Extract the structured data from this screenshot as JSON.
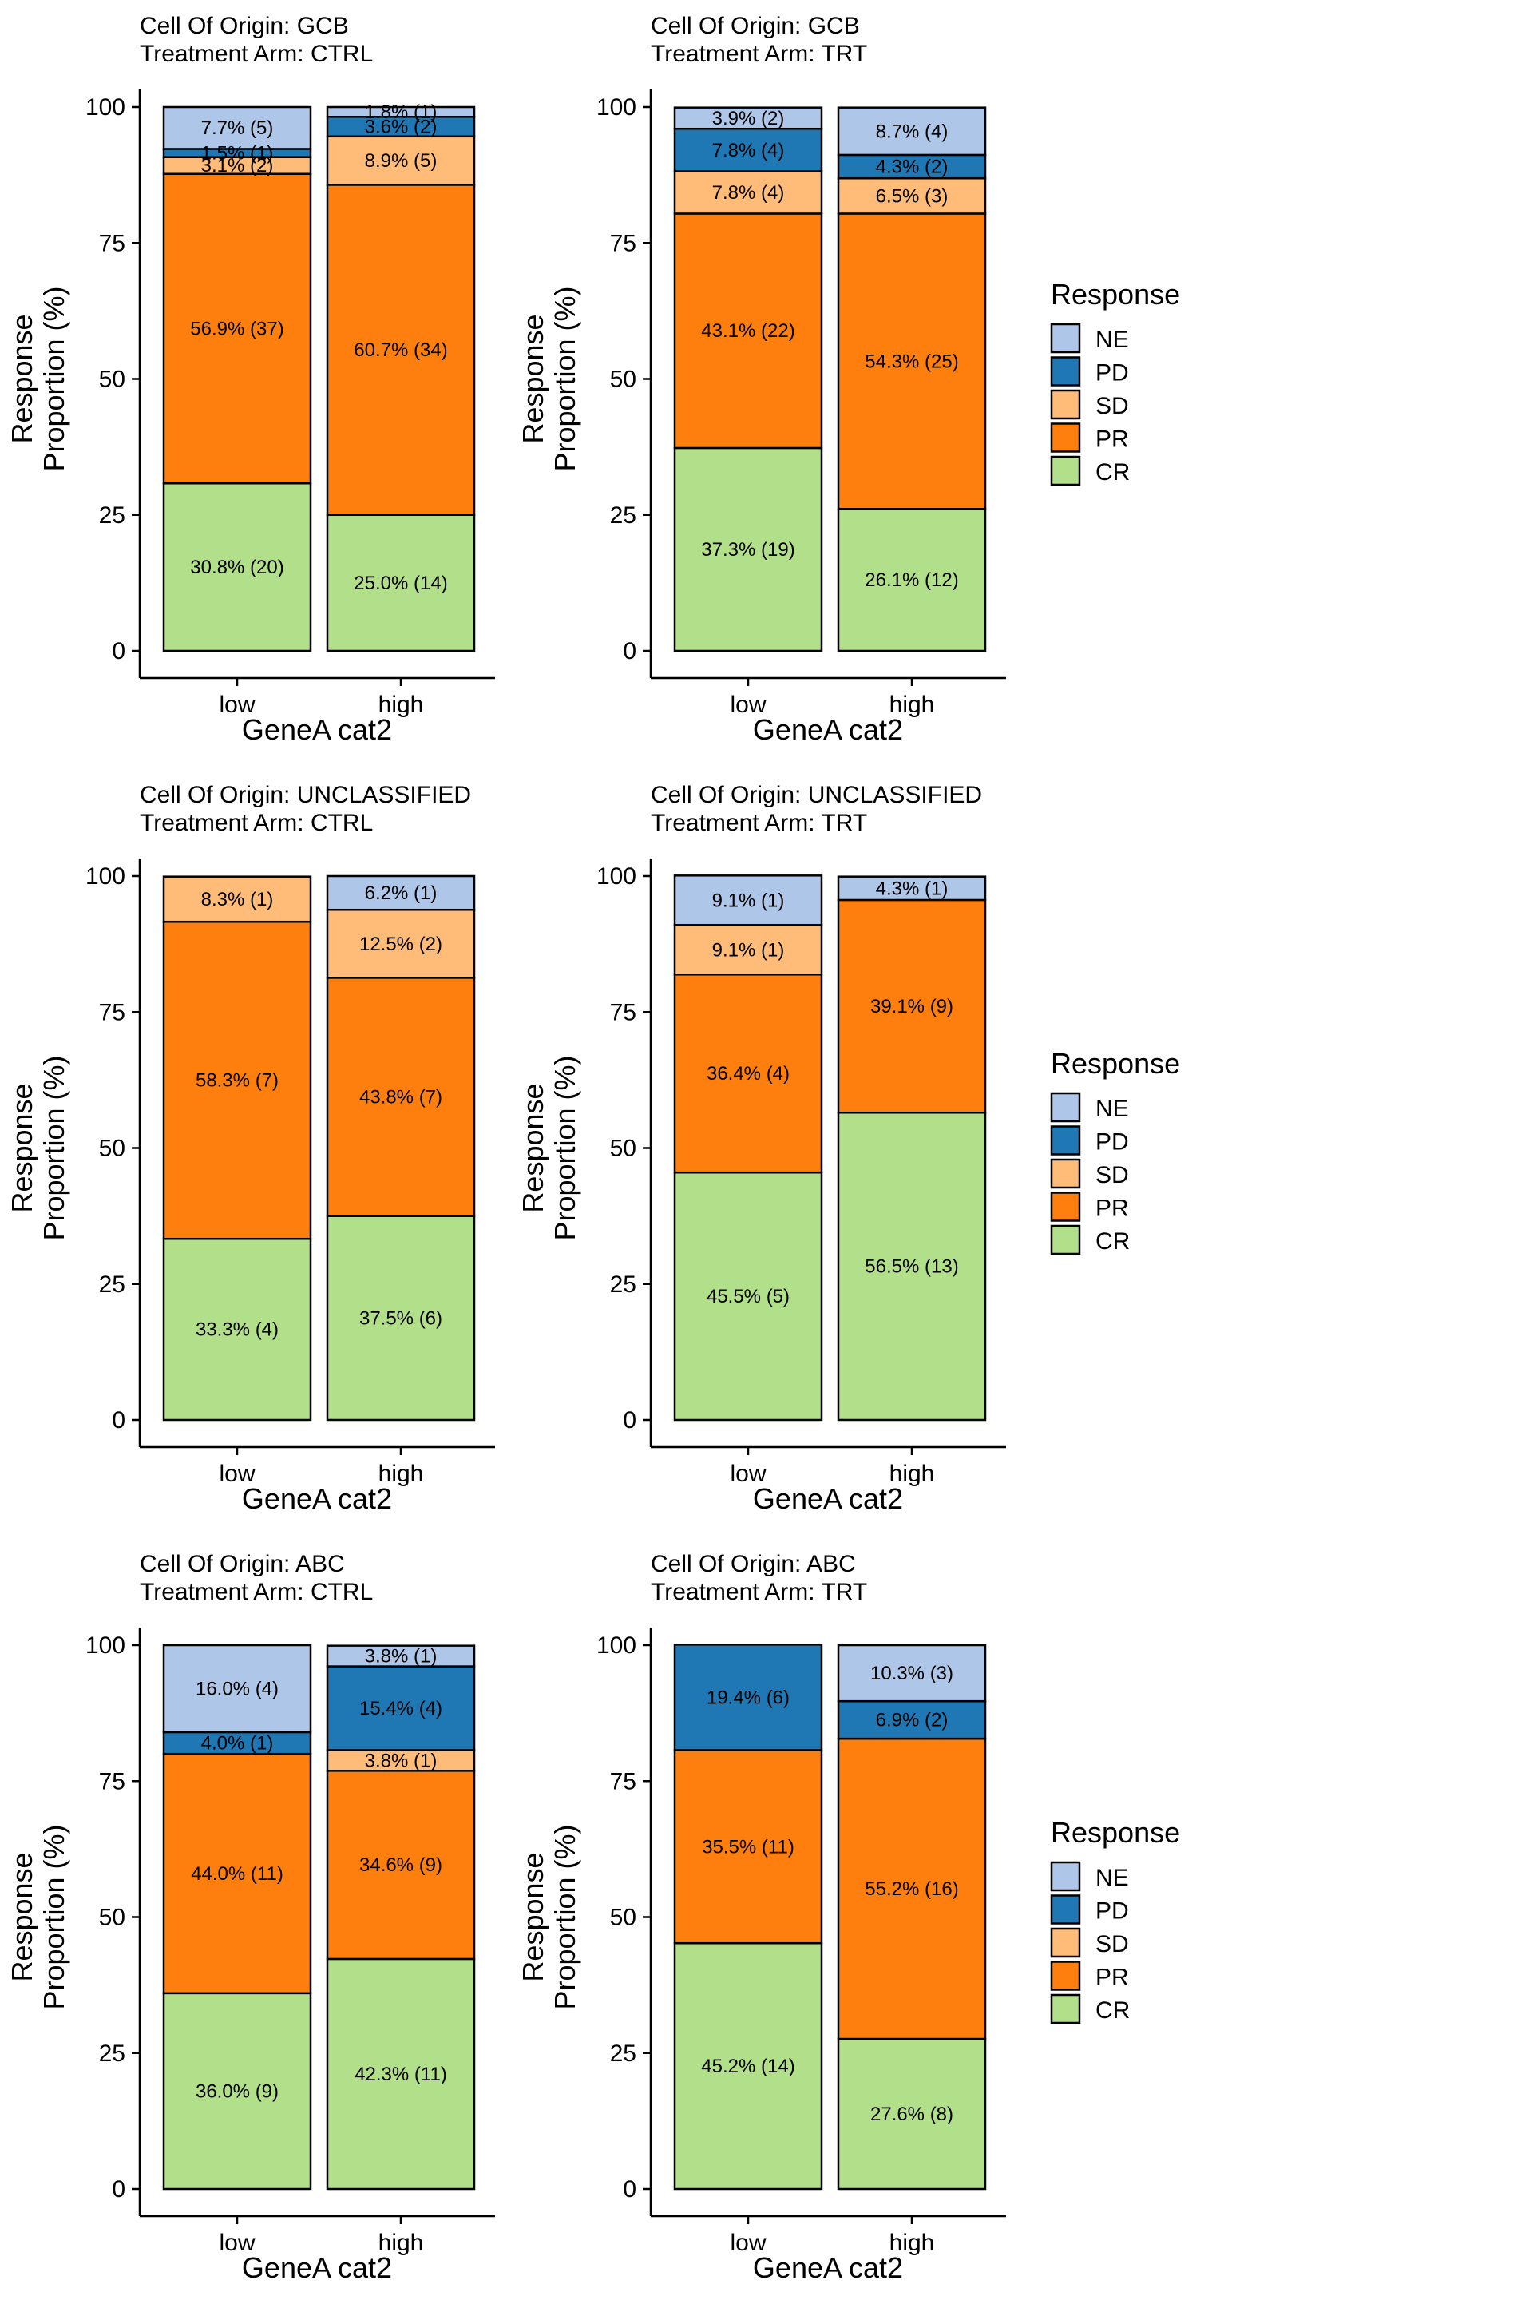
{
  "chart_data": [
    {
      "type": "bar",
      "stacked": true,
      "title_lines": [
        "Cell Of Origin: GCB",
        "Treatment Arm: CTRL"
      ],
      "xlabel": "GeneA cat2",
      "ylabel_lines": [
        "Response",
        "Proportion (%)"
      ],
      "ylim": [
        0,
        100
      ],
      "yticks": [
        "0",
        "25",
        "50",
        "75",
        "100"
      ],
      "categories": [
        "low",
        "high"
      ],
      "series": [
        {
          "name": "CR",
          "values": [
            30.8,
            25.0
          ],
          "labels": [
            "30.8% (20)",
            "25.0% (14)"
          ]
        },
        {
          "name": "PR",
          "values": [
            56.9,
            60.7
          ],
          "labels": [
            "56.9% (37)",
            "60.7% (34)"
          ]
        },
        {
          "name": "SD",
          "values": [
            3.1,
            8.9
          ],
          "labels": [
            "3.1% (2)",
            "8.9% (5)"
          ]
        },
        {
          "name": "PD",
          "values": [
            1.5,
            3.6
          ],
          "labels": [
            "1.5% (1)",
            "3.6% (2)"
          ]
        },
        {
          "name": "NE",
          "values": [
            7.7,
            1.8
          ],
          "labels": [
            "7.7% (5)",
            "1.8% (1)"
          ]
        }
      ],
      "grid": false
    },
    {
      "type": "bar",
      "stacked": true,
      "title_lines": [
        "Cell Of Origin: GCB",
        "Treatment Arm: TRT"
      ],
      "xlabel": "GeneA cat2",
      "ylabel_lines": [
        "Response",
        "Proportion (%)"
      ],
      "ylim": [
        0,
        100
      ],
      "yticks": [
        "0",
        "25",
        "50",
        "75",
        "100"
      ],
      "categories": [
        "low",
        "high"
      ],
      "series": [
        {
          "name": "CR",
          "values": [
            37.3,
            26.1
          ],
          "labels": [
            "37.3% (19)",
            "26.1% (12)"
          ]
        },
        {
          "name": "PR",
          "values": [
            43.1,
            54.3
          ],
          "labels": [
            "43.1% (22)",
            "54.3% (25)"
          ]
        },
        {
          "name": "SD",
          "values": [
            7.8,
            6.5
          ],
          "labels": [
            "7.8% (4)",
            "6.5% (3)"
          ]
        },
        {
          "name": "PD",
          "values": [
            7.8,
            4.3
          ],
          "labels": [
            "7.8% (4)",
            "4.3% (2)"
          ]
        },
        {
          "name": "NE",
          "values": [
            3.9,
            8.7
          ],
          "labels": [
            "3.9% (2)",
            "8.7% (4)"
          ]
        }
      ],
      "grid": false
    },
    {
      "type": "bar",
      "stacked": true,
      "title_lines": [
        "Cell Of Origin: UNCLASSIFIED",
        "Treatment Arm: CTRL"
      ],
      "xlabel": "GeneA cat2",
      "ylabel_lines": [
        "Response",
        "Proportion (%)"
      ],
      "ylim": [
        0,
        100
      ],
      "yticks": [
        "0",
        "25",
        "50",
        "75",
        "100"
      ],
      "categories": [
        "low",
        "high"
      ],
      "series": [
        {
          "name": "CR",
          "values": [
            33.3,
            37.5
          ],
          "labels": [
            "33.3% (4)",
            "37.5% (6)"
          ]
        },
        {
          "name": "PR",
          "values": [
            58.3,
            43.8
          ],
          "labels": [
            "58.3% (7)",
            "43.8% (7)"
          ]
        },
        {
          "name": "SD",
          "values": [
            8.3,
            12.5
          ],
          "labels": [
            "8.3% (1)",
            "12.5% (2)"
          ]
        },
        {
          "name": "PD",
          "values": [
            0,
            0
          ],
          "labels": [
            "",
            ""
          ]
        },
        {
          "name": "NE",
          "values": [
            0,
            6.2
          ],
          "labels": [
            "",
            "6.2% (1)"
          ]
        }
      ],
      "grid": false
    },
    {
      "type": "bar",
      "stacked": true,
      "title_lines": [
        "Cell Of Origin: UNCLASSIFIED",
        "Treatment Arm: TRT"
      ],
      "xlabel": "GeneA cat2",
      "ylabel_lines": [
        "Response",
        "Proportion (%)"
      ],
      "ylim": [
        0,
        100
      ],
      "yticks": [
        "0",
        "25",
        "50",
        "75",
        "100"
      ],
      "categories": [
        "low",
        "high"
      ],
      "series": [
        {
          "name": "CR",
          "values": [
            45.5,
            56.5
          ],
          "labels": [
            "45.5% (5)",
            "56.5% (13)"
          ]
        },
        {
          "name": "PR",
          "values": [
            36.4,
            39.1
          ],
          "labels": [
            "36.4% (4)",
            "39.1% (9)"
          ]
        },
        {
          "name": "SD",
          "values": [
            9.1,
            0
          ],
          "labels": [
            "9.1% (1)",
            ""
          ]
        },
        {
          "name": "PD",
          "values": [
            0,
            0
          ],
          "labels": [
            "",
            ""
          ]
        },
        {
          "name": "NE",
          "values": [
            9.1,
            4.3
          ],
          "labels": [
            "9.1% (1)",
            "4.3% (1)"
          ]
        }
      ],
      "grid": false
    },
    {
      "type": "bar",
      "stacked": true,
      "title_lines": [
        "Cell Of Origin: ABC",
        "Treatment Arm: CTRL"
      ],
      "xlabel": "GeneA cat2",
      "ylabel_lines": [
        "Response",
        "Proportion (%)"
      ],
      "ylim": [
        0,
        100
      ],
      "yticks": [
        "0",
        "25",
        "50",
        "75",
        "100"
      ],
      "categories": [
        "low",
        "high"
      ],
      "series": [
        {
          "name": "CR",
          "values": [
            36.0,
            42.3
          ],
          "labels": [
            "36.0% (9)",
            "42.3% (11)"
          ]
        },
        {
          "name": "PR",
          "values": [
            44.0,
            34.6
          ],
          "labels": [
            "44.0% (11)",
            "34.6% (9)"
          ]
        },
        {
          "name": "SD",
          "values": [
            0,
            3.8
          ],
          "labels": [
            "",
            "3.8% (1)"
          ]
        },
        {
          "name": "PD",
          "values": [
            4.0,
            15.4
          ],
          "labels": [
            "4.0% (1)",
            "15.4% (4)"
          ]
        },
        {
          "name": "NE",
          "values": [
            16.0,
            3.8
          ],
          "labels": [
            "16.0% (4)",
            "3.8% (1)"
          ]
        }
      ],
      "grid": false
    },
    {
      "type": "bar",
      "stacked": true,
      "title_lines": [
        "Cell Of Origin: ABC",
        "Treatment Arm: TRT"
      ],
      "xlabel": "GeneA cat2",
      "ylabel_lines": [
        "Response",
        "Proportion (%)"
      ],
      "ylim": [
        0,
        100
      ],
      "yticks": [
        "0",
        "25",
        "50",
        "75",
        "100"
      ],
      "categories": [
        "low",
        "high"
      ],
      "series": [
        {
          "name": "CR",
          "values": [
            45.2,
            27.6
          ],
          "labels": [
            "45.2% (14)",
            "27.6% (8)"
          ]
        },
        {
          "name": "PR",
          "values": [
            35.5,
            55.2
          ],
          "labels": [
            "35.5% (11)",
            "55.2% (16)"
          ]
        },
        {
          "name": "SD",
          "values": [
            0,
            0
          ],
          "labels": [
            "",
            ""
          ]
        },
        {
          "name": "PD",
          "values": [
            19.4,
            6.9
          ],
          "labels": [
            "19.4% (6)",
            "6.9% (2)"
          ]
        },
        {
          "name": "NE",
          "values": [
            0,
            10.3
          ],
          "labels": [
            "",
            "10.3% (3)"
          ]
        }
      ],
      "grid": false
    }
  ],
  "legend": {
    "title": "Response",
    "placement": "right",
    "items": [
      {
        "name": "NE",
        "color": "#AEC7E8"
      },
      {
        "name": "PD",
        "color": "#1F77B4"
      },
      {
        "name": "SD",
        "color": "#FFBB78"
      },
      {
        "name": "PR",
        "color": "#FF7F0E"
      },
      {
        "name": "CR",
        "color": "#B2DF8A"
      }
    ]
  }
}
